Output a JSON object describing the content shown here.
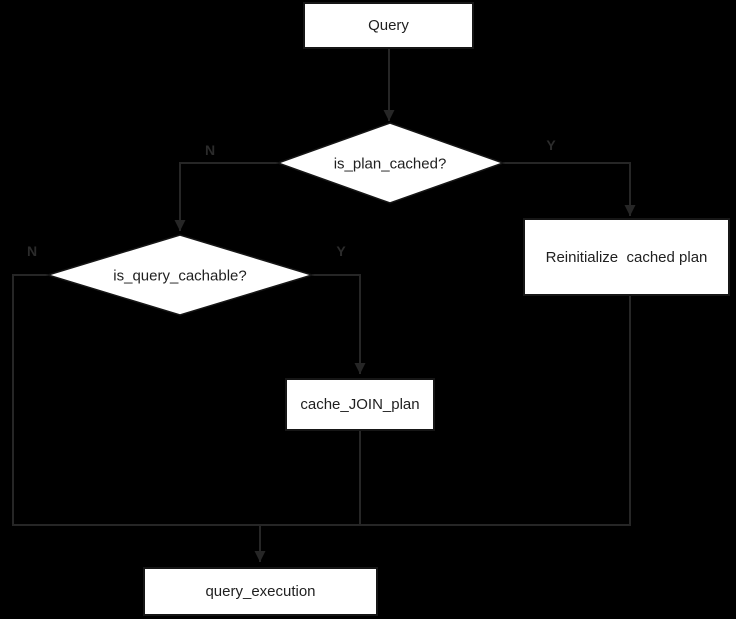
{
  "diagram": {
    "type": "flowchart",
    "colors": {
      "background": "#000000",
      "line": "#262626",
      "node_fill": "#ffffff",
      "node_border": "#161616",
      "node_text": "#1f1f1f",
      "edge_label_text": "#2b2b2b"
    },
    "nodes": [
      {
        "id": "query",
        "type": "process",
        "label": "Query"
      },
      {
        "id": "is_plan_cached",
        "type": "decision",
        "label": "is_plan_cached?"
      },
      {
        "id": "reinitialize_cached_plan",
        "type": "process",
        "label": "Reinitialize  cached plan"
      },
      {
        "id": "is_query_cachable",
        "type": "decision",
        "label": "is_query_cachable?"
      },
      {
        "id": "cache_join_plan",
        "type": "process",
        "label": "cache_JOIN_plan"
      },
      {
        "id": "query_execution",
        "type": "process",
        "label": "query_execution"
      }
    ],
    "edges": [
      {
        "from": "query",
        "to": "is_plan_cached",
        "label": ""
      },
      {
        "from": "is_plan_cached",
        "to": "is_query_cachable",
        "label": "N"
      },
      {
        "from": "is_plan_cached",
        "to": "reinitialize_cached_plan",
        "label": "Y"
      },
      {
        "from": "is_query_cachable",
        "to": "query_execution",
        "label": "N"
      },
      {
        "from": "is_query_cachable",
        "to": "cache_join_plan",
        "label": "Y"
      },
      {
        "from": "cache_join_plan",
        "to": "query_execution",
        "label": ""
      },
      {
        "from": "reinitialize_cached_plan",
        "to": "query_execution",
        "label": ""
      }
    ]
  }
}
